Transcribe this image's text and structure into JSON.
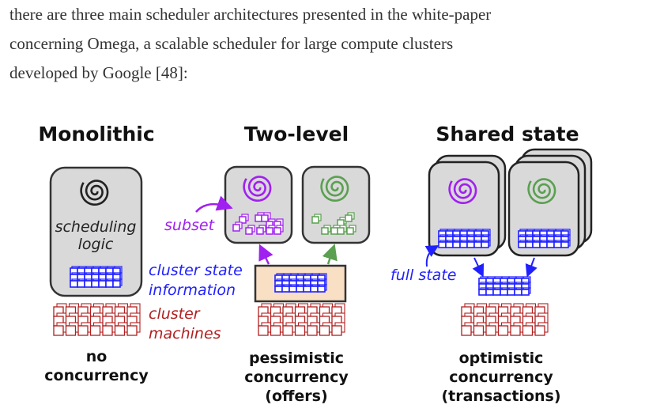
{
  "paragraph": {
    "lines": [
      "there are three main scheduler architectures presented in the white-paper",
      "concerning Omega, a scalable scheduler for large compute clusters",
      "developed by Google [48]:"
    ]
  },
  "figure": {
    "colors": {
      "purple": "#a020f0",
      "green": "#5aa050",
      "blue": "#2020ff",
      "red": "#b02020",
      "card_fill": "#d9d9d9",
      "offer_fill": "#f9dfc4"
    },
    "columns": [
      {
        "title": "Monolithic",
        "card_label_1": "scheduling",
        "card_label_2": "logic",
        "caption": [
          "no",
          "concurrency"
        ]
      },
      {
        "title": "Two-level",
        "subset_label": "subset",
        "caption": [
          "pessimistic",
          "concurrency",
          "(offers)"
        ]
      },
      {
        "title": "Shared state",
        "full_state_label": "full state",
        "caption": [
          "optimistic",
          "concurrency",
          "(transactions)"
        ]
      }
    ],
    "legend": {
      "state_1": "cluster state",
      "state_2": "information",
      "machines_1": "cluster",
      "machines_2": "machines"
    }
  }
}
